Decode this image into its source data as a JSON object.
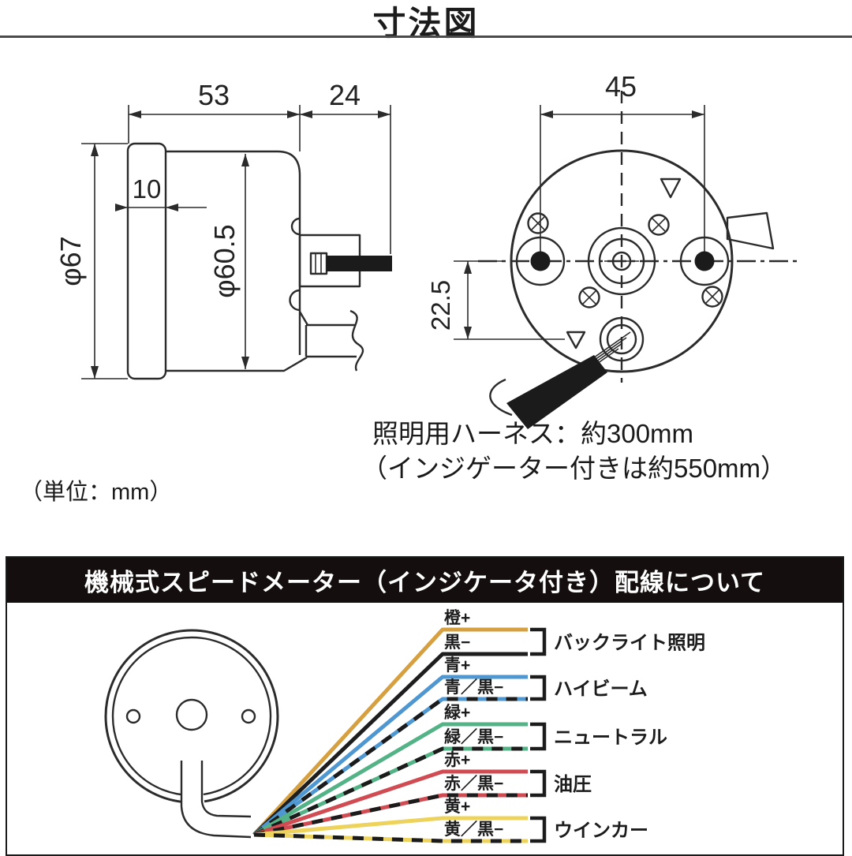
{
  "title": "寸法図",
  "unit_note": "（単位：mm）",
  "dimensions": {
    "body_depth": "53",
    "stud_length": "24",
    "bezel_depth": "10",
    "bezel_diameter": "φ67",
    "body_diameter": "φ60.5",
    "mount_pitch": "45",
    "cable_offset": "22.5"
  },
  "harness_note": {
    "line1": "照明用ハーネス：約300mm",
    "line2": "（インジゲーター付きは約550mm）"
  },
  "wiring_section": {
    "banner": "機械式スピードメーター（インジケータ付き）配線について",
    "dash_color": "#1b1b1b",
    "wire_groups": [
      {
        "plus_label": "橙+",
        "minus_label": "黒−",
        "function": "バックライト照明",
        "plus_color": "#D6A041",
        "minus_color": "#1e1e1e",
        "minus_dashed": false
      },
      {
        "plus_label": "青+",
        "minus_label": "青／黒−",
        "function": "ハイビーム",
        "plus_color": "#4E97D0",
        "minus_color": "#4E97D0",
        "minus_dashed": true
      },
      {
        "plus_label": "緑+",
        "minus_label": "緑／黒−",
        "function": "ニュートラル",
        "plus_color": "#54B287",
        "minus_color": "#54B287",
        "minus_dashed": true
      },
      {
        "plus_label": "赤+",
        "minus_label": "赤／黒−",
        "function": "油圧",
        "plus_color": "#D04B52",
        "minus_color": "#D04B52",
        "minus_dashed": true
      },
      {
        "plus_label": "黄+",
        "minus_label": "黄／黒−",
        "function": "ウインカー",
        "plus_color": "#EDD35B",
        "minus_color": "#EDD35B",
        "minus_dashed": true
      }
    ]
  }
}
